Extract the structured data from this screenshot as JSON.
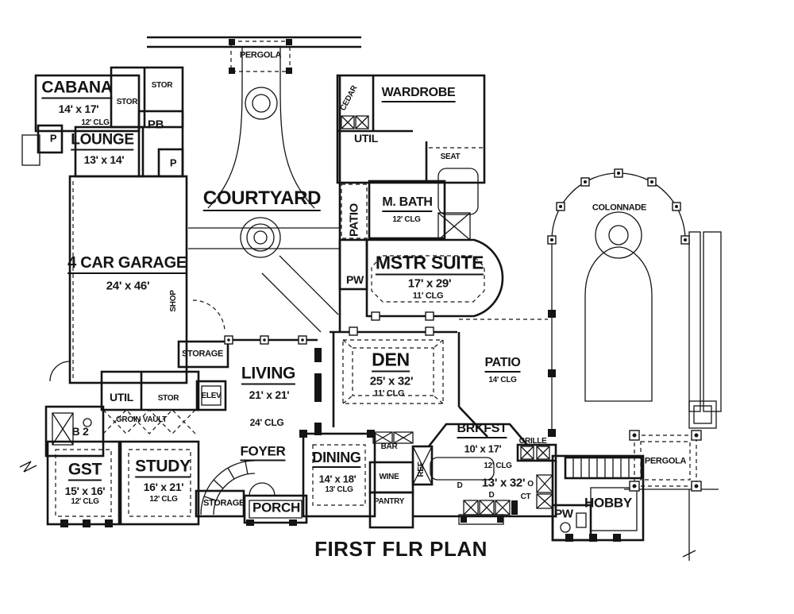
{
  "plan": {
    "title": "FIRST FLR PLAN",
    "pergola_top": "PERGOLA",
    "cabana": {
      "name": "CABANA",
      "dims": "14' x 17'",
      "clg": "12' CLG"
    },
    "stor_a": "STOR",
    "stor_b": "STOR",
    "pb": "PB",
    "p_a": "P",
    "p_b": "P",
    "lounge": {
      "name": "LOUNGE",
      "dims": "13' x 14'"
    },
    "courtyard": "COURTYARD",
    "cedar": "CEDAR",
    "wardrobe": "WARDROBE",
    "util_top": "UTIL",
    "seat": "SEAT",
    "mbath": {
      "name": "M. BATH",
      "clg": "12' CLG"
    },
    "patio_side": "PATIO",
    "pw_upper": "PW",
    "mstr_suite": {
      "name": "MSTR SUITE",
      "dims": "17' x 29'",
      "clg": "11' CLG"
    },
    "colonnade": "COLONNADE",
    "garage": {
      "name": "4 CAR GARAGE",
      "dims": "24' x 46'"
    },
    "shop": "SHOP",
    "storage_mid": "STORAGE",
    "living": {
      "name": "LIVING",
      "dims": "21' x 21'",
      "clg": "24' CLG"
    },
    "elev": "ELEV",
    "den": {
      "name": "DEN",
      "dims": "25' x 32'",
      "clg": "11' CLG"
    },
    "patio_right": {
      "name": "PATIO",
      "clg": "14' CLG"
    },
    "util_low": "UTIL",
    "stor_low": "STOR",
    "groin_vault": "GROIN VAULT",
    "b2": "B 2",
    "gst": {
      "name": "GST",
      "dims": "15' x 16'",
      "clg": "12' CLG"
    },
    "study": {
      "name": "STUDY",
      "dims": "16' x 21'",
      "clg": "12' CLG"
    },
    "foyer": "FOYER",
    "storage_btm": "STORAGE",
    "porch": "PORCH",
    "dining": {
      "name": "DINING",
      "dims": "14' x 18'",
      "clg": "13' CLG"
    },
    "bar": "BAR",
    "wine": "WINE",
    "pantry": "PANTRY",
    "ref": "REF",
    "brkfst": {
      "name": "BRKFST",
      "dims": "10' x 17'",
      "clg": "12' CLG"
    },
    "kitchen": {
      "dims": "13' x 32'"
    },
    "grille": "GRILLE",
    "d_left": "D",
    "d_mid": "D",
    "ct": "CT",
    "oven": "O",
    "hobby": "HOBBY",
    "pw_lower": "PW",
    "pergola_right": "PERGOLA"
  }
}
